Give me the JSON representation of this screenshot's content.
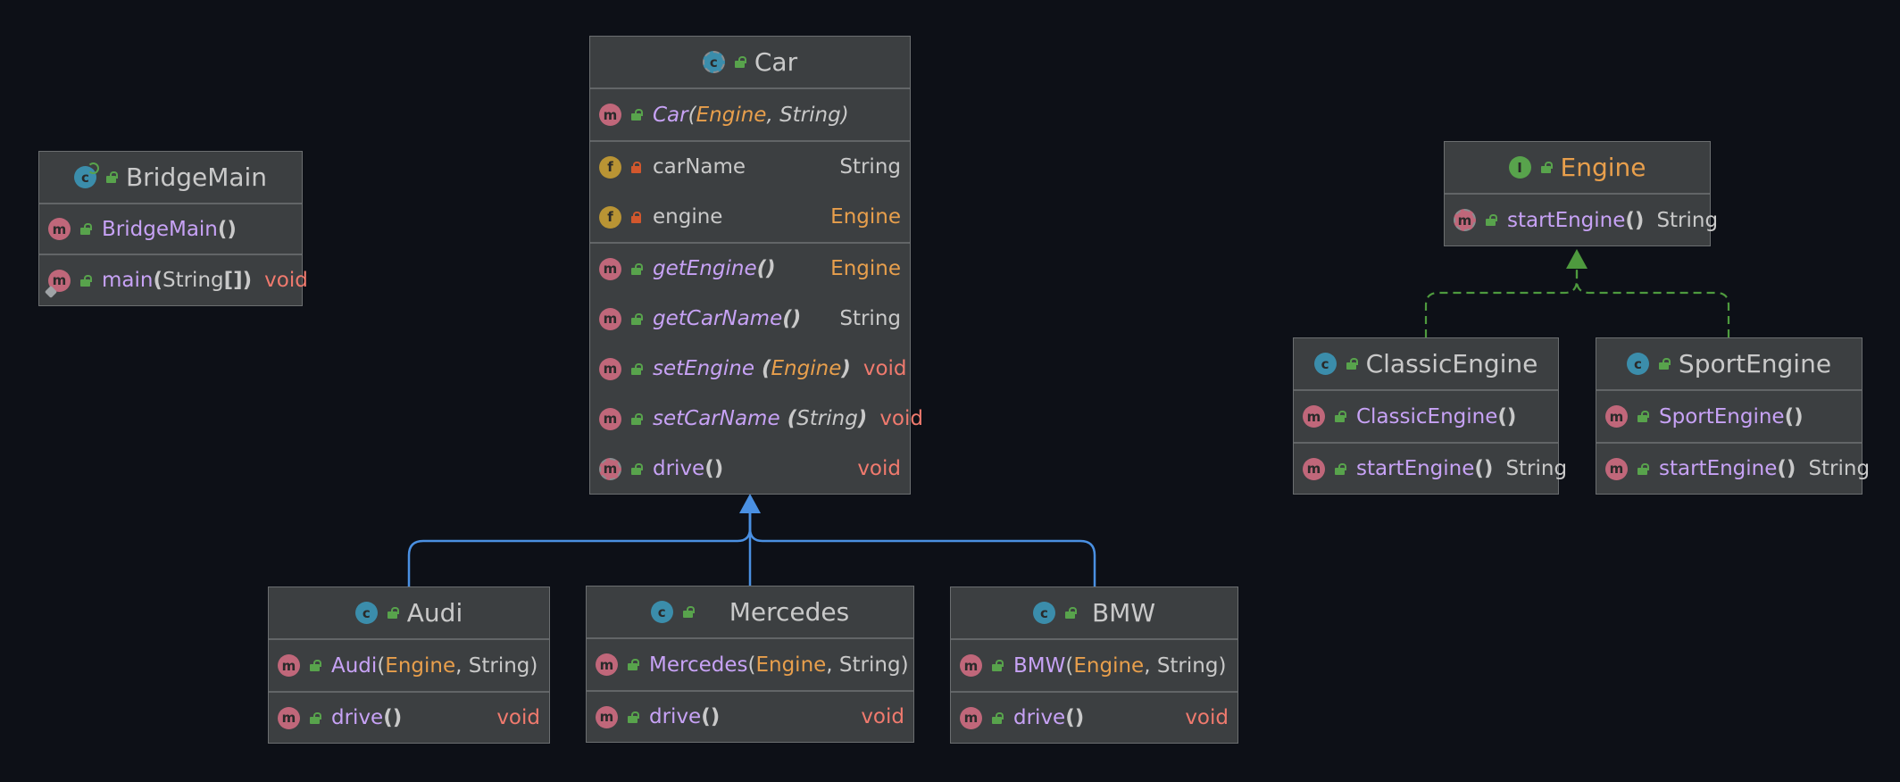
{
  "colors": {
    "background": "#0d1017",
    "node_fill": "#3c3f41",
    "method_name": "#c7a2f5",
    "type_name": "#e89f4c",
    "void": "#f07a6e",
    "inheritance_edge": "#4a90e2",
    "realization_edge": "#4e9a3e"
  },
  "nodes": {
    "bridgemain": {
      "kind": "class",
      "badge": "c",
      "title": "BridgeMain",
      "rows": {
        "ctor": {
          "name": "BridgeMain",
          "params": "()",
          "type": ""
        },
        "main": {
          "name": "main",
          "p_open": "(",
          "params": "String",
          "p_mid": "[]",
          "p_close": ")",
          "type": "void"
        }
      }
    },
    "car": {
      "kind": "abstract-class",
      "badge": "c",
      "title": "Car",
      "rows": {
        "ctor": {
          "name": "Car",
          "p1": "Engine",
          "sep": ", ",
          "p2": "String"
        },
        "f_carname": {
          "name": "carName",
          "type": "String"
        },
        "f_engine": {
          "name": "engine",
          "type": "Engine"
        },
        "getengine": {
          "name": "getEngine",
          "params": "()",
          "type": "Engine"
        },
        "getcarname": {
          "name": "getCarName",
          "params": "()",
          "type": "String"
        },
        "setengine": {
          "name": "setEngine",
          "p1": "Engine",
          "type": "void"
        },
        "setcarname": {
          "name": "setCarName",
          "p1": "String",
          "type": "void"
        },
        "drive": {
          "name": "drive",
          "params": "()",
          "type": "void"
        }
      }
    },
    "engine": {
      "kind": "interface",
      "badge": "I",
      "title": "Engine",
      "rows": {
        "start": {
          "name": "startEngine",
          "params": "()",
          "type": "String"
        }
      }
    },
    "classicengine": {
      "kind": "class",
      "badge": "c",
      "title": "ClassicEngine",
      "rows": {
        "ctor": {
          "name": "ClassicEngine",
          "params": "()"
        },
        "start": {
          "name": "startEngine",
          "params": "()",
          "type": "String"
        }
      }
    },
    "sportengine": {
      "kind": "class",
      "badge": "c",
      "title": "SportEngine",
      "rows": {
        "ctor": {
          "name": "SportEngine",
          "params": "()"
        },
        "start": {
          "name": "startEngine",
          "params": "()",
          "type": "String"
        }
      }
    },
    "audi": {
      "kind": "class",
      "badge": "c",
      "title": "Audi",
      "rows": {
        "ctor": {
          "name": "Audi",
          "p1": "Engine",
          "p2": "String"
        },
        "drive": {
          "name": "drive",
          "params": "()",
          "type": "void"
        }
      }
    },
    "mercedes": {
      "kind": "class",
      "badge": "c",
      "title": "Mercedes",
      "rows": {
        "ctor": {
          "name": "Mercedes",
          "p1": "Engine",
          "p2": "String"
        },
        "drive": {
          "name": "drive",
          "params": "()",
          "type": "void"
        }
      }
    },
    "bmw": {
      "kind": "class",
      "badge": "c",
      "title": "BMW",
      "rows": {
        "ctor": {
          "name": "BMW",
          "p1": "Engine",
          "p2": "String"
        },
        "drive": {
          "name": "drive",
          "params": "()",
          "type": "void"
        }
      }
    }
  },
  "badge_letters": {
    "method": "m",
    "field": "f",
    "class": "c",
    "interface": "I"
  },
  "edges": [
    {
      "from": "audi",
      "to": "car",
      "kind": "inheritance"
    },
    {
      "from": "mercedes",
      "to": "car",
      "kind": "inheritance"
    },
    {
      "from": "bmw",
      "to": "car",
      "kind": "inheritance"
    },
    {
      "from": "classicengine",
      "to": "engine",
      "kind": "realization"
    },
    {
      "from": "sportengine",
      "to": "engine",
      "kind": "realization"
    }
  ]
}
